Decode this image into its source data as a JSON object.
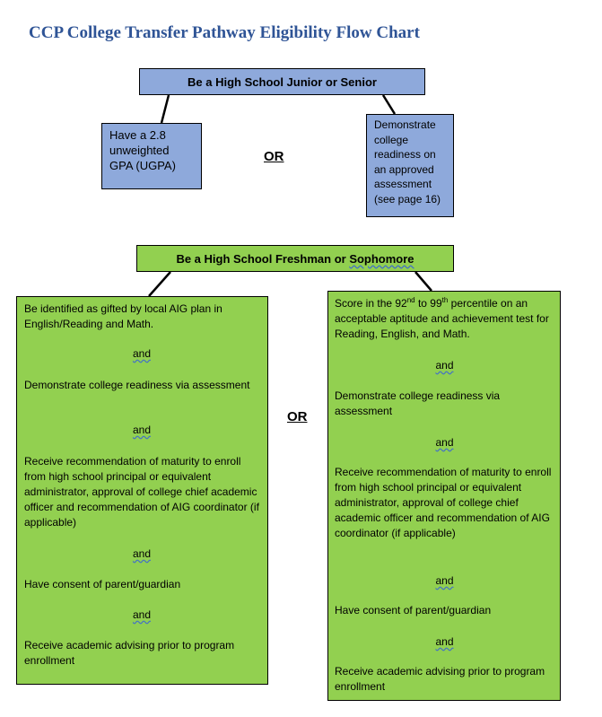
{
  "title": "CCP College Transfer Pathway Eligibility Flow Chart",
  "junior": {
    "header": "Be a High School Junior or Senior",
    "option_a": "Have a 2.8 unweighted GPA (UGPA)",
    "or": "OR",
    "option_b": "Demonstrate college readiness on an approved assessment (see page 16)"
  },
  "freshman": {
    "header_prefix": "Be a High School Freshman or ",
    "header_suffix": "Sophomore",
    "or": "OR",
    "left": {
      "req1": "Be identified as gifted by local AIG plan in English/Reading and Math.",
      "and": "and",
      "req2": "Demonstrate college readiness via assessment",
      "req3": "Receive recommendation of maturity to enroll from high school principal or equivalent administrator, approval of college chief academic officer and recommendation of AIG coordinator (if applicable)",
      "req4": " Have consent of parent/guardian",
      "req5": "Receive academic advising prior to program enrollment"
    },
    "right": {
      "req1_a": "Score in the 92",
      "sup1": "nd",
      "req1_b": " to 99",
      "sup2": "th",
      "req1_c": " percentile on an acceptable aptitude and achievement test for Reading, English, and Math.",
      "and": "and",
      "req2": "Demonstrate college readiness via assessment",
      "req3": "Receive recommendation of maturity to enroll from high school principal or equivalent administrator, approval of college chief academic officer and recommendation of AIG coordinator (if applicable)",
      "req4": " Have consent of parent/guardian",
      "req5": "Receive academic advising prior to program enrollment"
    }
  }
}
